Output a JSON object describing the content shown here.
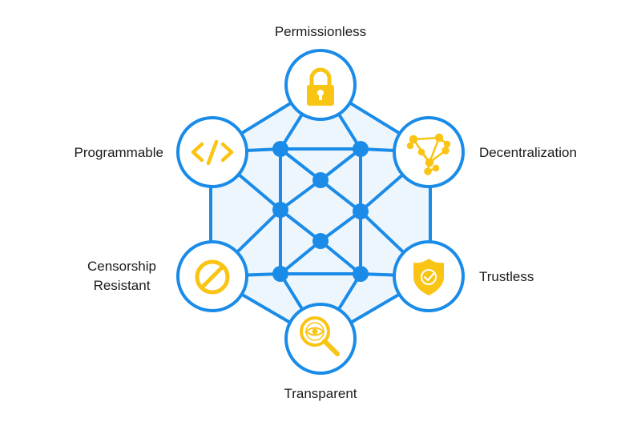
{
  "diagram": {
    "colors": {
      "line": "#1a8ce8",
      "fill": "#eef6fd",
      "icon": "#f9c413",
      "circle_bg": "#ffffff",
      "text": "#1b1b1b"
    },
    "nodes": [
      {
        "id": "permissionless",
        "label": "Permissionless",
        "icon": "padlock-icon"
      },
      {
        "id": "decentralization",
        "label": "Decentralization",
        "icon": "network-nodes-icon"
      },
      {
        "id": "trustless",
        "label": "Trustless",
        "icon": "shield-check-icon"
      },
      {
        "id": "transparent",
        "label": "Transparent",
        "icon": "magnifier-eye-icon"
      },
      {
        "id": "censorship",
        "label": "Censorship",
        "label2": "Resistant",
        "icon": "prohibited-icon"
      },
      {
        "id": "programmable",
        "label": "Programmable",
        "icon": "code-icon"
      }
    ]
  }
}
